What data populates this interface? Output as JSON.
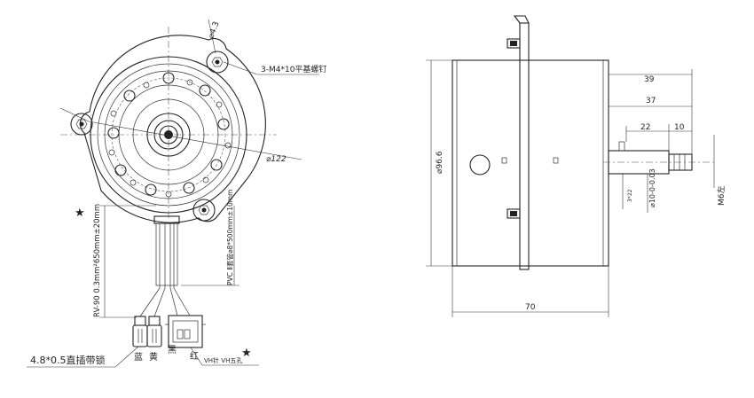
{
  "front_view": {
    "hole_dia": "⌀4.3",
    "screw_note": "3-M4*10平基螺钉",
    "flange_dia": "⌀122",
    "lead_length": "RV-90 0.3mm²650mm±20mm",
    "pvc_sleeve": "PVC Ⅱ套管⌀8*500mm±10mm",
    "terminal_note": "4.8*0.5直插带锁",
    "wire_blue": "蓝",
    "wire_yellow": "黄",
    "wire_black": "黑",
    "wire_red": "红",
    "connector_note": "VH针 VH五孔"
  },
  "side_view": {
    "body_dia": "⌀96.6",
    "dim_39": "39",
    "dim_37": "37",
    "dim_22": "22",
    "dim_10": "10",
    "shaft_dia": "⌀10-0-0.03",
    "shaft_small": "3*22",
    "thread": "M6左",
    "length_70": "70"
  },
  "colors": {
    "line": "#222222",
    "star": "#9a9a9a",
    "background": "#ffffff"
  }
}
